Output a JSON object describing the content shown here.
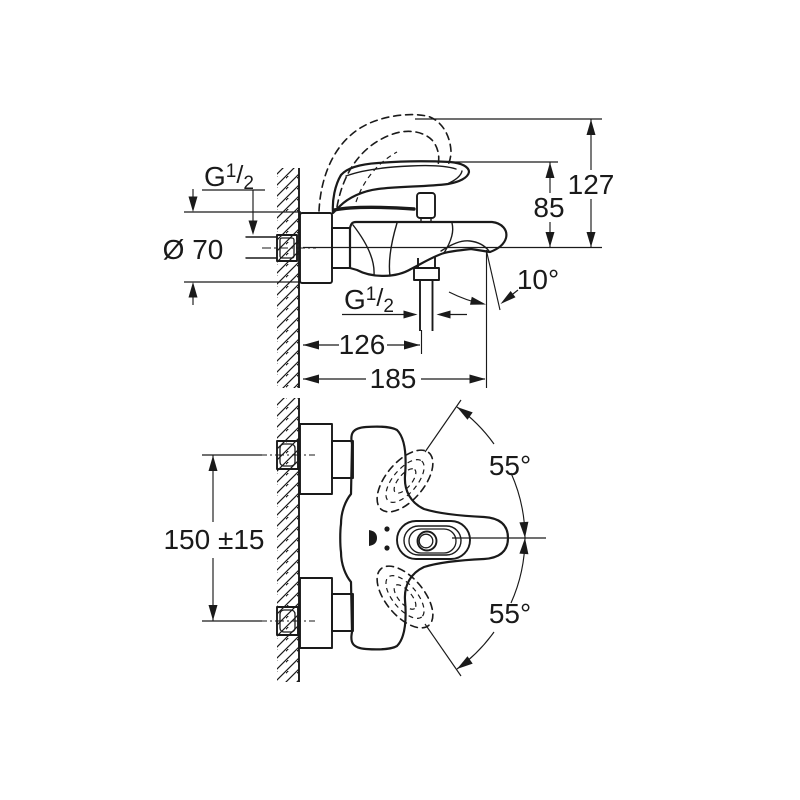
{
  "colors": {
    "line": "#1a1a1a",
    "background": "#ffffff"
  },
  "side_view": {
    "thread_top": {
      "symbol": "G",
      "numerator": "1",
      "slash": "/",
      "denominator": "2"
    },
    "escutcheon_diameter": "Ø 70",
    "overall_height": "127",
    "handle_to_spout_height": "85",
    "spout_angle": "10°",
    "thread_bottom": {
      "symbol": "G",
      "numerator": "1",
      "slash": "/",
      "denominator": "2"
    },
    "wall_to_outlet": "126",
    "wall_to_spout_tip": "185"
  },
  "plan_view": {
    "connection_spacing": "150 ±15",
    "swing_angle_upper": "55°",
    "swing_angle_lower": "55°"
  }
}
